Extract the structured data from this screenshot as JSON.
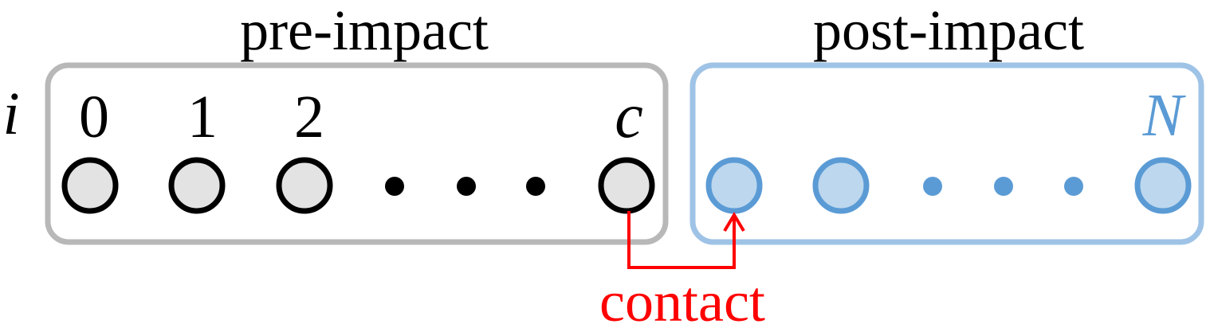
{
  "groups": {
    "pre": {
      "title": "pre-impact",
      "frame_color": "#b8b8b8",
      "node_fill": "#e3e3e3",
      "node_stroke": "#000000"
    },
    "post": {
      "title": "post-impact",
      "frame_color": "#9ec3e6",
      "node_fill": "#bdd7ee",
      "node_stroke": "#5b9bd5"
    }
  },
  "index_symbol": "i",
  "pre_labels": [
    "0",
    "1",
    "2",
    "c"
  ],
  "post_label": "N",
  "ellipsis_color_pre": "#000000",
  "ellipsis_color_post": "#5b9bd5",
  "contact": {
    "label": "contact",
    "color": "#ff0000"
  }
}
